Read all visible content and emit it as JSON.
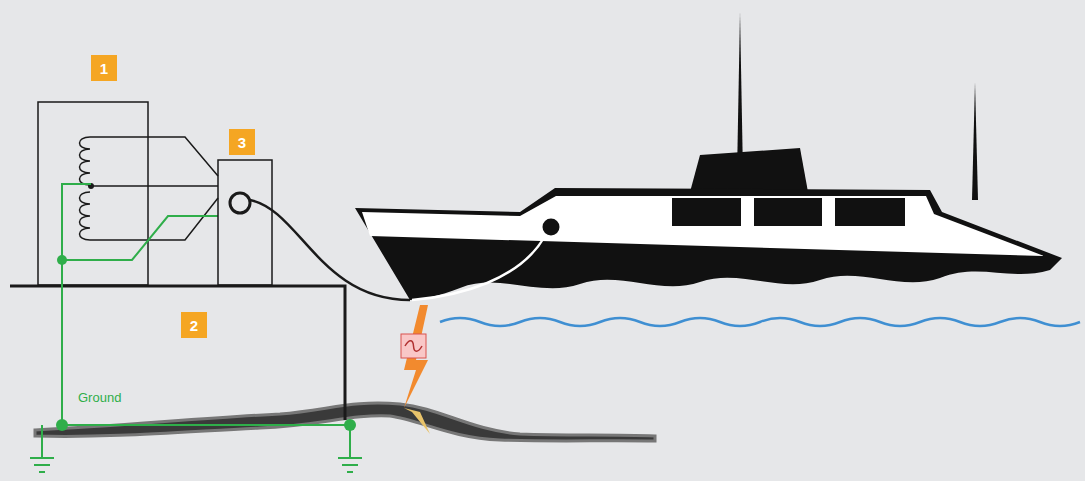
{
  "diagram": {
    "labels": [
      "1",
      "3",
      "2",
      "Ground"
    ]
  }
}
